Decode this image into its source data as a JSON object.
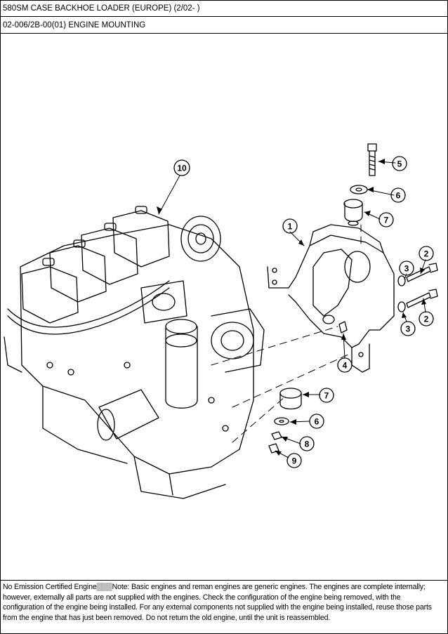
{
  "header": {
    "title": "580SM CASE BACKHOE LOADER (EUROPE) (2/02- )",
    "section": "02-006/2B-00(01) ENGINE MOUNTING"
  },
  "callouts": [
    "10",
    "5",
    "6",
    "7",
    "1",
    "2",
    "3",
    "3",
    "2",
    "4",
    "7",
    "6",
    "8",
    "9"
  ],
  "footer": {
    "lines": [
      "No Emission Certified Engine▒▒▒Note:  Basic engines and reman engines are generic engines.  The engines are complete internally;",
      " however, externally all parts are not supplied with the engines.  Check the configuration of the engine being removed, with the",
      " configuration of the engine being installed.  For any external components not supplied with the engine being installed, reuse those parts",
      " from the engine that has just been removed.  Do not return the old engine, until the unit is reassembled."
    ]
  }
}
